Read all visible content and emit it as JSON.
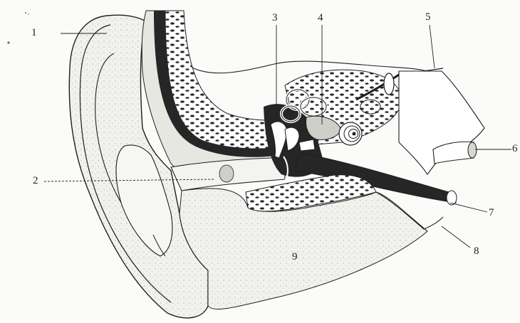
{
  "labels": [
    {
      "id": "1",
      "text": "1"
    },
    {
      "id": "2",
      "text": "2"
    },
    {
      "id": "3",
      "text": "3"
    },
    {
      "id": "4",
      "text": "4"
    },
    {
      "id": "5",
      "text": "5"
    },
    {
      "id": "6",
      "text": "6"
    },
    {
      "id": "7",
      "text": "7"
    },
    {
      "id": "8",
      "text": "8"
    },
    {
      "id": "9",
      "text": "9"
    }
  ],
  "colors": {
    "ink": "#1f1f1f",
    "bone_fill": "#d9d9d4",
    "tissue_fill": "#efefeb",
    "dark_cavity": "#262626",
    "paper": "#fbfbf9"
  }
}
